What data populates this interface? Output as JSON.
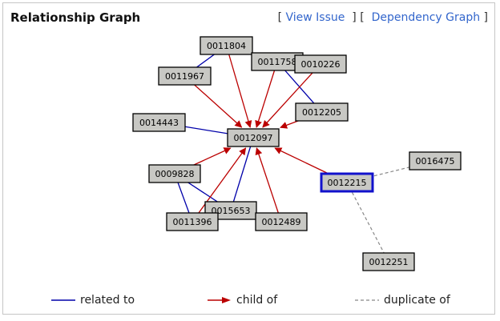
{
  "header": {
    "title": "Relationship Graph",
    "view_issue_label": "View Issue",
    "dependency_graph_label": "Dependency Graph",
    "bracket_open": "[",
    "bracket_close": "]",
    "separator": " ] [ "
  },
  "graph": {
    "current_issue": "0012215",
    "nodes": [
      "0011804",
      "0011758",
      "0010226",
      "0011967",
      "0012205",
      "0014443",
      "0012097",
      "0009828",
      "0012215",
      "0016475",
      "0015653",
      "0011396",
      "0012489",
      "0012251"
    ],
    "related_to": [
      [
        "0011804",
        "0011967"
      ],
      [
        "0011758",
        "0012205"
      ],
      [
        "0014443",
        "0012097"
      ],
      [
        "0009828",
        "0011396"
      ],
      [
        "0009828",
        "0015653"
      ],
      [
        "0015653",
        "0012097"
      ]
    ],
    "child_of": [
      [
        "0011804",
        "0012097"
      ],
      [
        "0011758",
        "0012097"
      ],
      [
        "0010226",
        "0012097"
      ],
      [
        "0011967",
        "0012097"
      ],
      [
        "0012205",
        "0012097"
      ],
      [
        "0009828",
        "0012097"
      ],
      [
        "0011396",
        "0012097"
      ],
      [
        "0012489",
        "0012097"
      ],
      [
        "0012215",
        "0012097"
      ]
    ],
    "duplicate_of": [
      [
        "0012215",
        "0016475"
      ],
      [
        "0012215",
        "0012251"
      ]
    ]
  },
  "legend": {
    "related_label": "related to",
    "child_label": "child of",
    "duplicate_label": "duplicate of",
    "related_color": "#0000aa",
    "child_color": "#bb0000",
    "duplicate_color": "#888888"
  }
}
